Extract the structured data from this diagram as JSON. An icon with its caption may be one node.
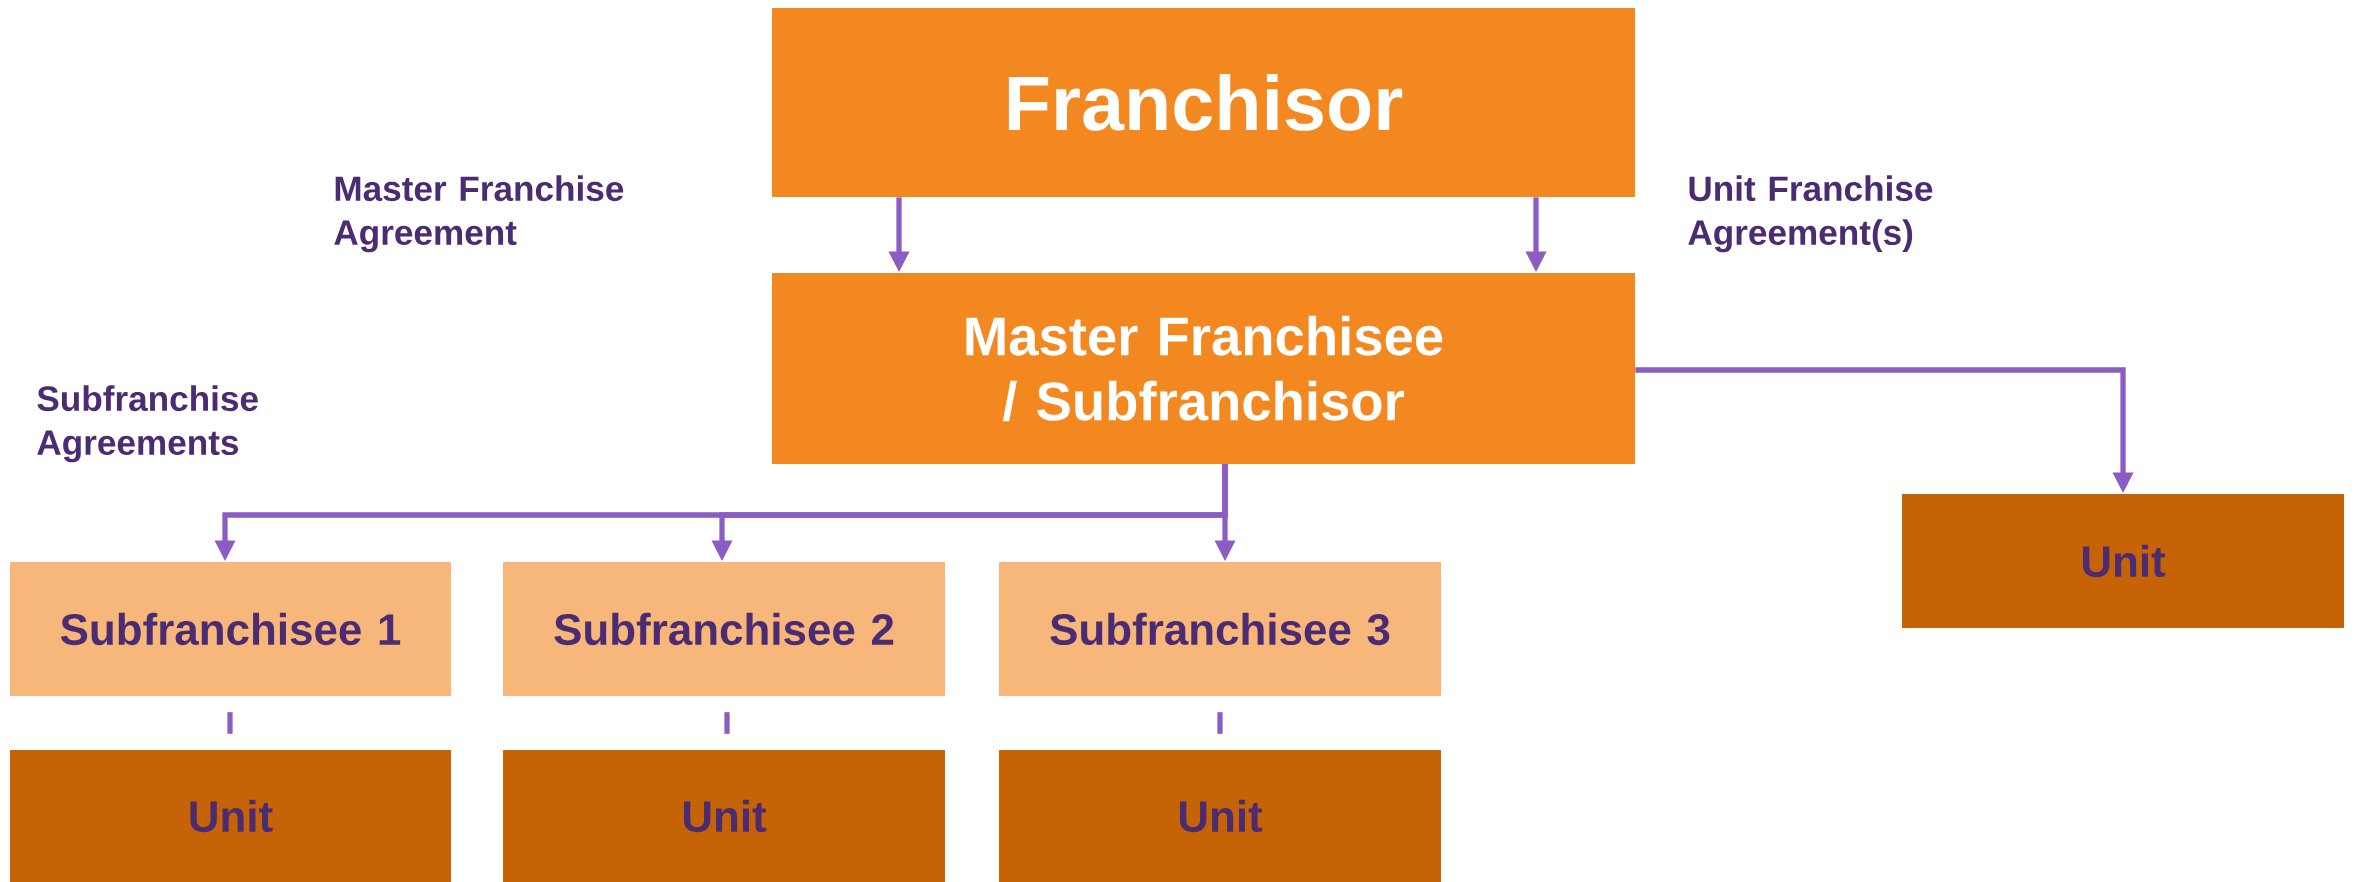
{
  "diagram": {
    "nodes": [
      {
        "text": [
          "Franchisor"
        ]
      },
      {
        "text": [
          "Master Franchisee / Subfranchisor"
        ]
      },
      {
        "text": [
          "Unit"
        ]
      },
      {
        "text": [
          "Subfranchisee 1"
        ]
      },
      {
        "text": [
          "Subfranchisee 2"
        ]
      },
      {
        "text": [
          "Subfranchisee 3"
        ]
      },
      {
        "text": [
          "Unit"
        ]
      },
      {
        "text": [
          "Unit"
        ]
      },
      {
        "text": [
          "Unit"
        ]
      }
    ],
    "edges": [
      {
        "from": 0,
        "to": 1,
        "arrow": "to"
      },
      {
        "from": 0,
        "to": 1,
        "arrow": "to"
      },
      {
        "from": 1,
        "to": 2,
        "arrow": "to"
      },
      {
        "from": 1,
        "to": 3,
        "arrow": "to"
      },
      {
        "from": 1,
        "to": 4,
        "arrow": "to"
      },
      {
        "from": 1,
        "to": 5,
        "arrow": "to"
      },
      {
        "from": 3,
        "to": 6,
        "arrow": "none"
      },
      {
        "from": 4,
        "to": 7,
        "arrow": "none"
      },
      {
        "from": 5,
        "to": 8,
        "arrow": "none"
      }
    ],
    "labels": [
      "Master Franchise Agreement",
      "Unit Franchise Agreement(s)",
      "Subfranchise Agreements"
    ]
  }
}
